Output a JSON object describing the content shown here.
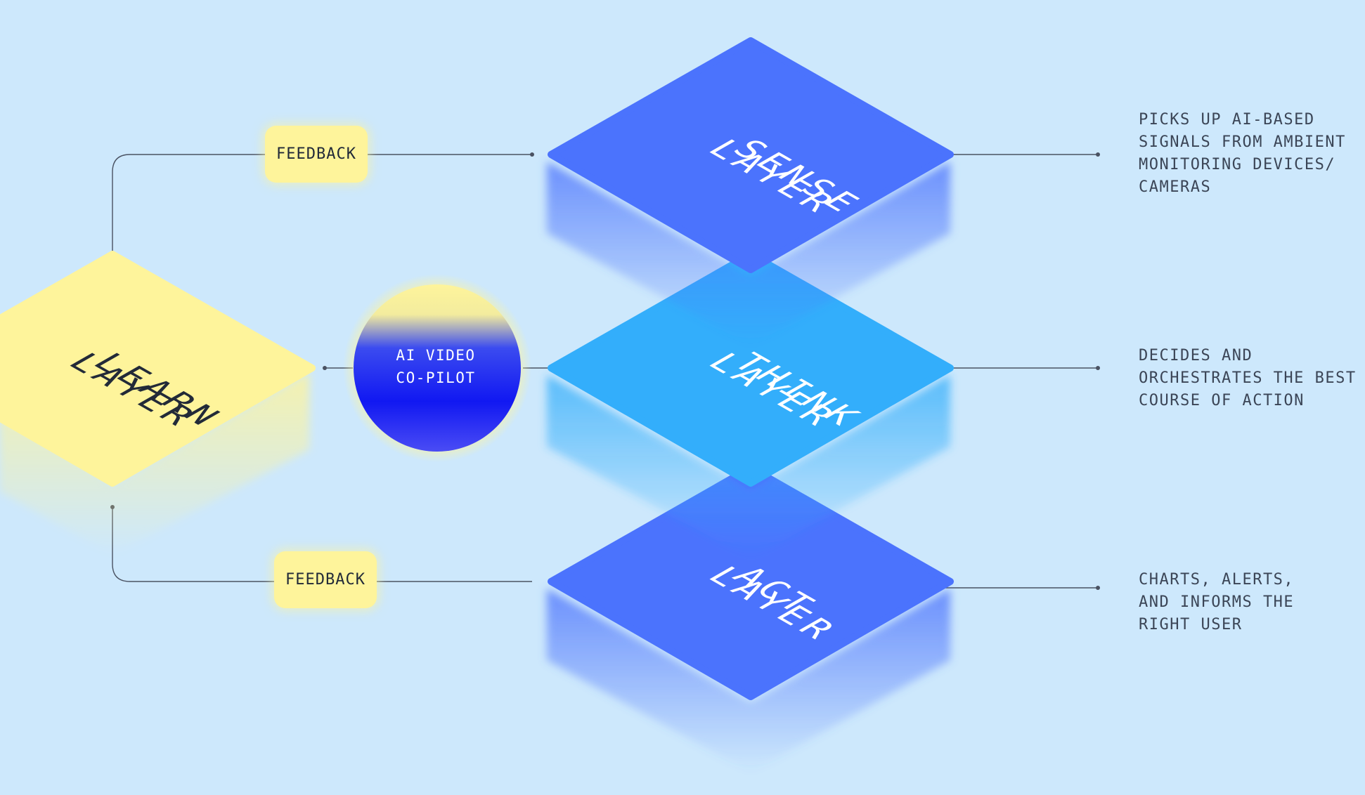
{
  "colors": {
    "background": "#cde8fc",
    "sense_layer": "#4b73fd",
    "think_layer": "#33aefb",
    "act_layer": "#4b73fd",
    "learn_layer": "#fef49b",
    "copilot_orb": "#1a24f0",
    "connector": "#4a5262"
  },
  "layers": {
    "sense": {
      "line1": "SENSE",
      "line2": "LAYER"
    },
    "think": {
      "line1": "THINK",
      "line2": "LAYER"
    },
    "act": {
      "line1": "ACT",
      "line2": "LAYER"
    },
    "learn": {
      "line1": "LEARN",
      "line2": "LAYER"
    }
  },
  "copilot": {
    "label": "AI VIDEO\nCO-PILOT"
  },
  "feedback": {
    "top": "FEEDBACK",
    "bottom": "FEEDBACK"
  },
  "descriptions": {
    "sense": "PICKS UP AI-BASED\nSIGNALS FROM AMBIENT\nMONITORING DEVICES/\nCAMERAS",
    "think": "DECIDES AND\nORCHESTRATES THE BEST\nCOURSE OF ACTION",
    "act": "CHARTS, ALERTS,\nAND INFORMS THE\nRIGHT USER"
  }
}
